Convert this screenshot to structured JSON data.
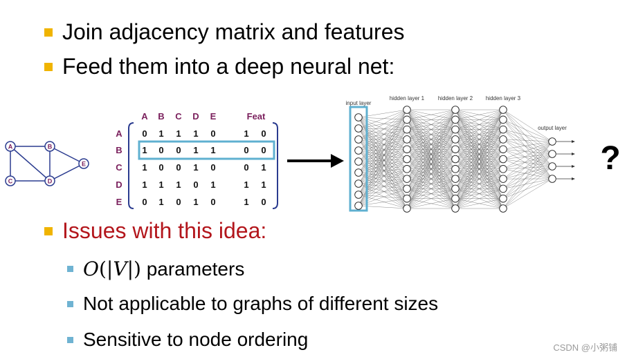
{
  "bullets": {
    "item1": "Join adjacency matrix and features",
    "item2": "Feed them into a deep neural net:",
    "issues": "Issues with this idea:",
    "sub1_math_o": "O",
    "sub1_math_open": "(|",
    "sub1_math_v": "V",
    "sub1_math_close": "|)",
    "sub1_rest": " parameters",
    "sub2": "Not applicable to graphs of different sizes",
    "sub3": "Sensitive to node ordering"
  },
  "graph": {
    "nodes": [
      "A",
      "B",
      "C",
      "D",
      "E"
    ]
  },
  "matrix": {
    "col_headers": [
      "A",
      "B",
      "C",
      "D",
      "E"
    ],
    "feat_header": "Feat",
    "row_headers": [
      "A",
      "B",
      "C",
      "D",
      "E"
    ],
    "rows": [
      [
        "0",
        "1",
        "1",
        "1",
        "0"
      ],
      [
        "1",
        "0",
        "0",
        "1",
        "1"
      ],
      [
        "1",
        "0",
        "0",
        "1",
        "0"
      ],
      [
        "1",
        "1",
        "1",
        "0",
        "1"
      ],
      [
        "0",
        "1",
        "0",
        "1",
        "0"
      ]
    ],
    "features": [
      [
        "1",
        "0"
      ],
      [
        "0",
        "0"
      ],
      [
        "0",
        "1"
      ],
      [
        "1",
        "1"
      ],
      [
        "1",
        "0"
      ]
    ],
    "highlight_row_index": 1
  },
  "network": {
    "input_label": "input layer",
    "hidden1_label": "hidden layer 1",
    "hidden2_label": "hidden layer 2",
    "hidden3_label": "hidden layer 3",
    "output_label": "output layer",
    "question": "?"
  },
  "watermark": "CSDN @小粥铺",
  "colors": {
    "bullet": "#f0b400",
    "subbullet": "#6fb3d2",
    "issues": "#b3161c",
    "header_purple": "#7a1f5c",
    "highlight": "#5fb0d0"
  }
}
